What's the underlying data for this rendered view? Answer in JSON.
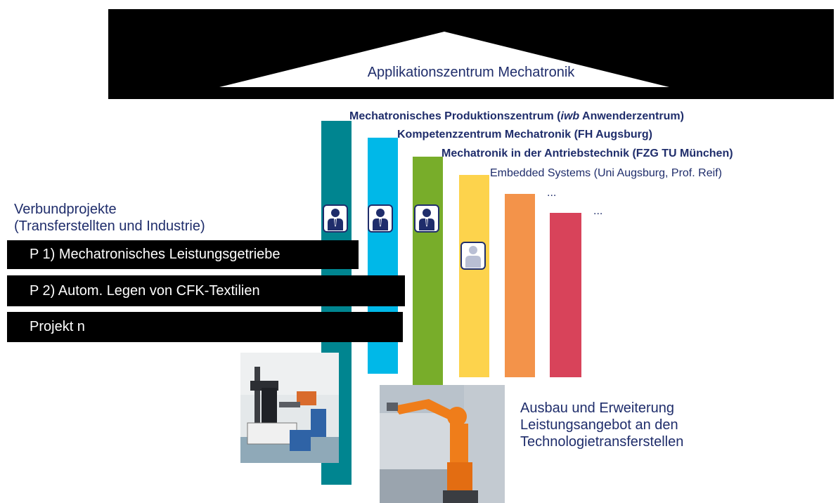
{
  "roof": {
    "label": "Applikationszentrum Mechatronik"
  },
  "pillars": {
    "line1": {
      "prefix": "Mechatronisches Produktionszentrum (",
      "italic": "iwb",
      "suffix": " Anwenderzentrum)"
    },
    "line2": "Kompetenzzentrum Mechatronik (FH Augsburg)",
    "line3": "Mechatronik in der Antriebstechnik (FZG TU München)",
    "line4": "Embedded Systems (Uni Augsburg, Prof. Reif)",
    "line5": "...",
    "line6": "..."
  },
  "verbund": {
    "line1": "Verbundprojekte",
    "line2": "(Transferstellten und Industrie)"
  },
  "projects": [
    {
      "label": "P 1) Mechatronisches Leistungsgetriebe"
    },
    {
      "label": "P 2) Autom. Legen von CFK-Textilien"
    },
    {
      "label": "Projekt n"
    }
  ],
  "ausbau": {
    "line1": "Ausbau und Erweiterung",
    "line2": "Leistungsangebot an den",
    "line3": "Technologietransferstellen"
  },
  "colors": {
    "teal": "#008590",
    "cyan": "#00b8e8",
    "green": "#78ad2a",
    "yellow": "#fdd34c",
    "orange": "#f3934a",
    "red": "#d8435a",
    "navy": "#1f2d6b"
  },
  "icons": [
    "person-icon",
    "person-inactive-icon"
  ]
}
